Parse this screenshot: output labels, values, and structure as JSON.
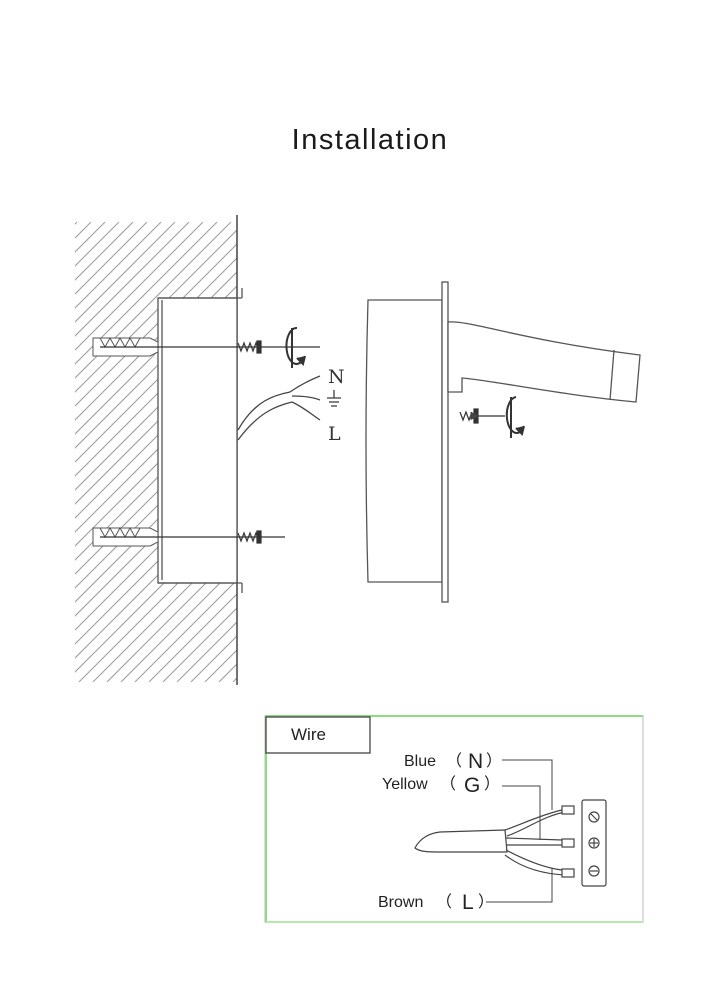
{
  "title": "Installation",
  "mount_labels": {
    "neutral": "N",
    "live": "L"
  },
  "wire_box": {
    "header": "Wire",
    "blue": {
      "name": "Blue",
      "open": "（",
      "code": "N",
      "close": "）"
    },
    "yellow": {
      "name": "Yellow",
      "open": "（",
      "code": "G",
      "close": "）"
    },
    "brown": {
      "name": "Brown",
      "open": "（",
      "code": "L",
      "close": "）"
    }
  },
  "icons": [
    "ground-symbol-icon",
    "rotate-arrow-icon",
    "screw-icon",
    "wall-anchor-icon"
  ],
  "colors": {
    "line": "#555555",
    "frame_green": "#8bdc7f",
    "text": "#222222"
  }
}
